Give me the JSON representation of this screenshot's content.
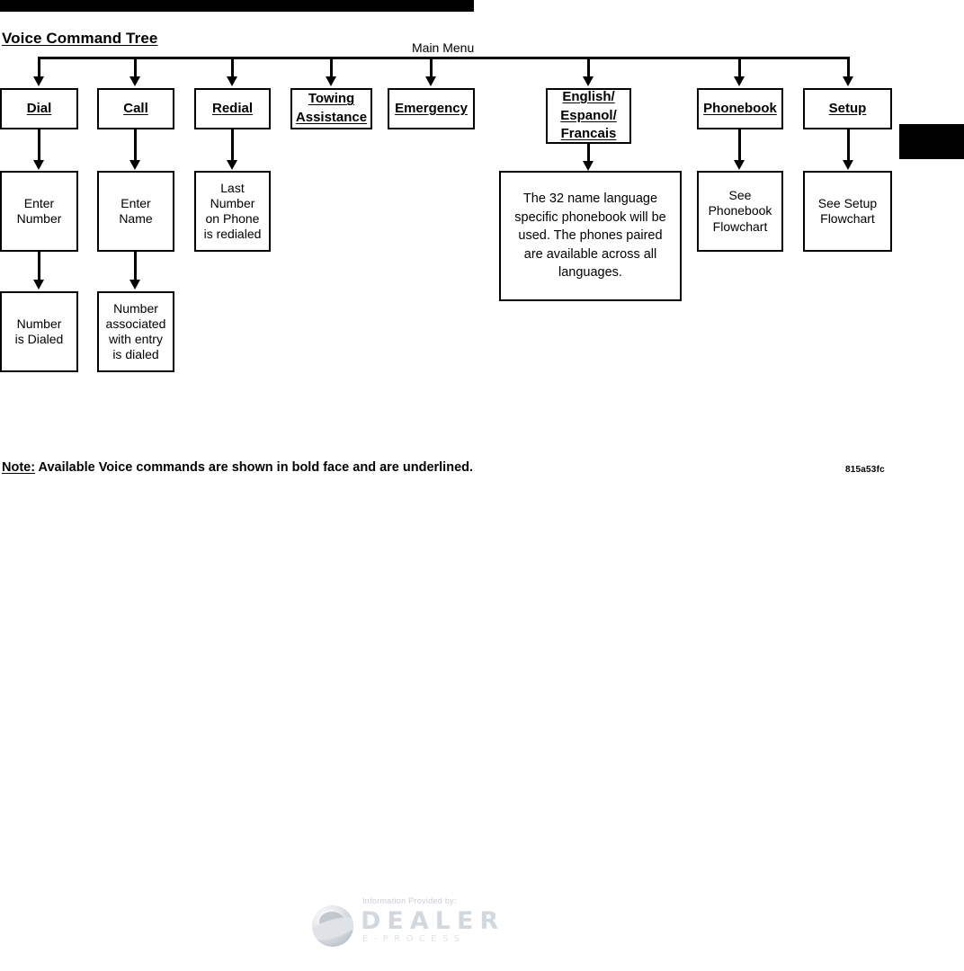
{
  "document": {
    "title": "Voice Command Tree",
    "root_label": "Main Menu",
    "note_prefix": "Note:",
    "note_text": " Available Voice commands are shown in bold face and are underlined.",
    "doc_code": "815a53fc"
  },
  "diagram": {
    "type": "flowchart",
    "commands": [
      {
        "id": "dial",
        "label": "Dial",
        "voice_command": true
      },
      {
        "id": "call",
        "label": "Call",
        "voice_command": true
      },
      {
        "id": "redial",
        "label": "Redial",
        "voice_command": true
      },
      {
        "id": "towing",
        "label": "Towing\nAssistance",
        "voice_command": true
      },
      {
        "id": "emergency",
        "label": "Emergency",
        "voice_command": true
      },
      {
        "id": "language",
        "label": "English/\nEspanol/\nFrancais",
        "voice_command": true
      },
      {
        "id": "phonebook",
        "label": "Phonebook",
        "voice_command": true
      },
      {
        "id": "setup",
        "label": "Setup",
        "voice_command": true
      }
    ],
    "nodes": {
      "dial_label": "Dial",
      "call_label": "Call",
      "redial_label": "Redial",
      "towing_line1": "Towing",
      "towing_line2": "Assistance",
      "emergency_label": "Emergency",
      "language_line1": "English/",
      "language_line2": "Espanol/",
      "language_line3": "Francais",
      "phonebook_label": "Phonebook",
      "setup_label": "Setup",
      "enter_number": "Enter\nNumber",
      "enter_name": "Enter\nName",
      "last_number": "Last\nNumber\non Phone\nis redialed",
      "number_dialed": "Number\nis Dialed",
      "number_associated": "Number\nassociated\nwith entry\nis dialed",
      "language_note": "The 32 name language specific phonebook will be used. The phones paired are available across all languages.",
      "see_phonebook": "See\nPhonebook\nFlowchart",
      "see_setup": "See Setup\nFlowchart"
    }
  },
  "footer": {
    "caption": "Information Provided by:",
    "brand": "DEALER",
    "brand_sub": "E-PROCESS"
  },
  "colors": {
    "ink": "#000000",
    "page": "#ffffff",
    "watermark": "#d3d8dd"
  }
}
